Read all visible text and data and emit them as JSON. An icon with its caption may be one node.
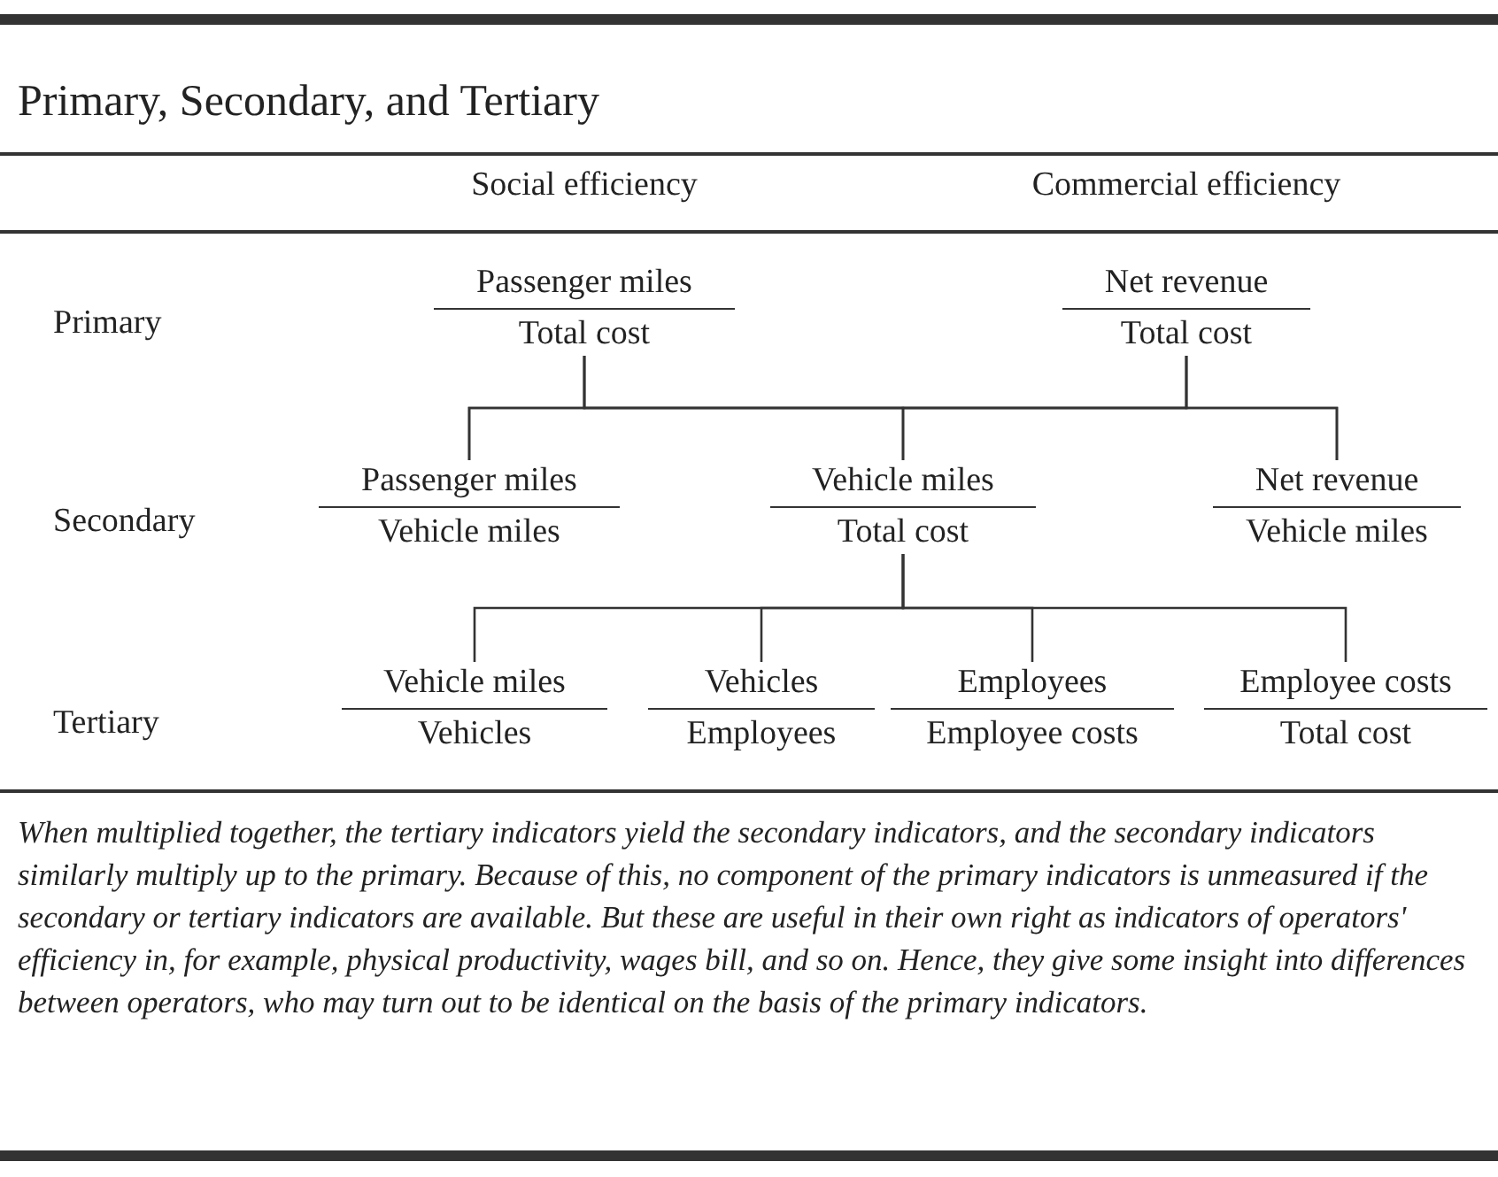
{
  "diagram": {
    "title": "Primary, Secondary, and Tertiary",
    "nodes": [
      {
        "text": [
          "Passenger miles",
          "Total cost"
        ]
      },
      {
        "text": [
          "Net revenue",
          "Total cost"
        ]
      },
      {
        "text": [
          "Passenger miles",
          "Vehicle miles"
        ]
      },
      {
        "text": [
          "Vehicle miles",
          "Total cost"
        ]
      },
      {
        "text": [
          "Net revenue",
          "Vehicle miles"
        ]
      },
      {
        "text": [
          "Vehicle miles",
          "Vehicles"
        ]
      },
      {
        "text": [
          "Vehicles",
          "Employees"
        ]
      },
      {
        "text": [
          "Employees",
          "Employee costs"
        ]
      },
      {
        "text": [
          "Employee costs",
          "Total cost"
        ]
      }
    ],
    "edges": [
      {
        "from": 0,
        "to": 2,
        "arrow": "none"
      },
      {
        "from": 0,
        "to": 3,
        "arrow": "none"
      },
      {
        "from": 0,
        "to": 4,
        "arrow": "none"
      },
      {
        "from": 1,
        "to": 2,
        "arrow": "none"
      },
      {
        "from": 1,
        "to": 3,
        "arrow": "none"
      },
      {
        "from": 1,
        "to": 4,
        "arrow": "none"
      },
      {
        "from": 3,
        "to": 5,
        "arrow": "none"
      },
      {
        "from": 3,
        "to": 6,
        "arrow": "none"
      },
      {
        "from": 3,
        "to": 7,
        "arrow": "none"
      },
      {
        "from": 3,
        "to": 8,
        "arrow": "none"
      }
    ],
    "labels": [
      "Social efficiency",
      "Commercial efficiency",
      "Primary",
      "Secondary",
      "Tertiary"
    ],
    "caption": "When multiplied together, the tertiary indicators yield the secondary indicators, and the secondary indicators similarly multiply up to the primary. Because of this, no component of the primary indicators is unmeasured if the secondary or tertiary indicators are available. But these are useful in their own right as indicators of operators' efficiency in, for example, physical productivity, wages bill, and so on. Hence, they give some insight into differences between operators, who may turn out to be identical on the basis of the primary indicators."
  }
}
